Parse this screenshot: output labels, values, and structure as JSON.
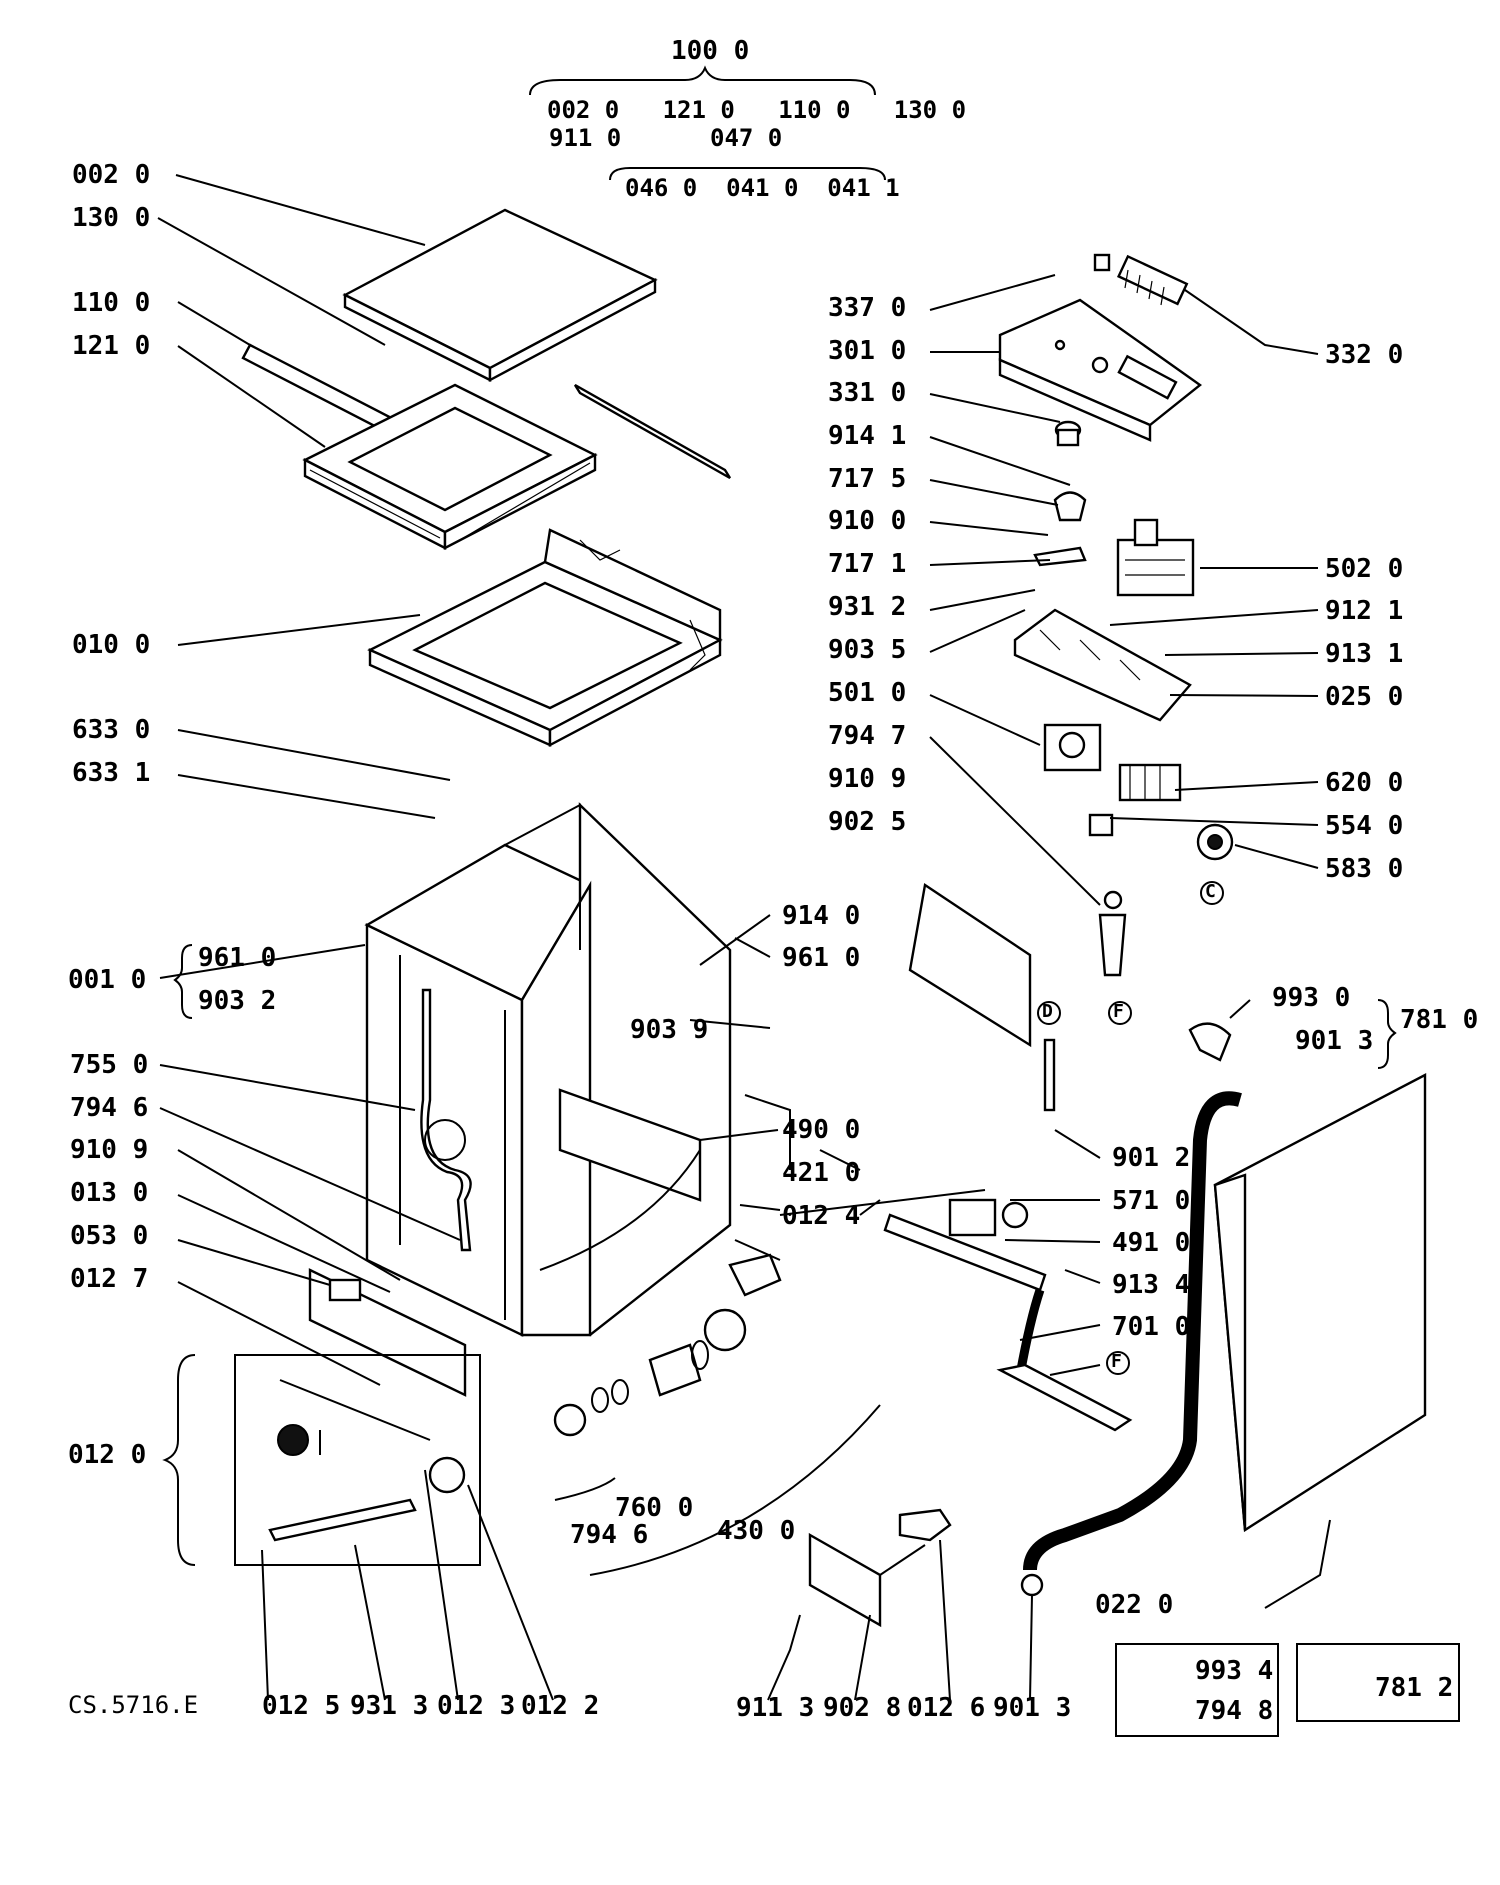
{
  "figure_code": "CS.5716.E",
  "assembly": {
    "top": "100 0",
    "sub_row1": "002 0   121 0   110 0   130 0",
    "sub_row2a": "911 0",
    "sub_row2b": "047 0",
    "sub_row3": "046 0  041 0  041 1"
  },
  "left_labels": [
    "002 0",
    "130 0",
    "110 0",
    "121 0",
    "010 0",
    "633 0",
    "633 1",
    "001 0",
    "755 0",
    "794 6",
    "910 9",
    "013 0",
    "053 0",
    "012 7",
    "012 0"
  ],
  "group_001": [
    "961 0",
    "903 2"
  ],
  "right_col_a": [
    "337 0",
    "301 0",
    "331 0",
    "914 1",
    "717 5",
    "910 0",
    "717 1",
    "931 2",
    "903 5",
    "501 0",
    "794 7",
    "910 9",
    "902 5"
  ],
  "right_col_b": [
    "332 0",
    "502 0",
    "912 1",
    "913 1",
    "025 0",
    "620 0",
    "554 0",
    "583 0"
  ],
  "mid_labels": [
    "914 0",
    "961 0",
    "903 9",
    "490 0",
    "421 0",
    "012 4",
    "901 2",
    "571 0",
    "491 0",
    "913 4",
    "701 0"
  ],
  "group_781": {
    "items": [
      "993 0",
      "901 3"
    ],
    "ref": "781 0"
  },
  "pump_group": {
    "a": "760 0",
    "b": "794 6",
    "c": "430 0"
  },
  "bottom_labels": [
    "012 5",
    "931 3",
    "012 3",
    "012 2",
    "911 3",
    "902 8",
    "012 6",
    "901 3"
  ],
  "misc_labels": {
    "label_022": "022 0"
  },
  "legend": {
    "item1": "993 4",
    "item2": "794 8",
    "item3": "781 2"
  },
  "callout_letters": [
    "C",
    "F",
    "D",
    "F"
  ]
}
